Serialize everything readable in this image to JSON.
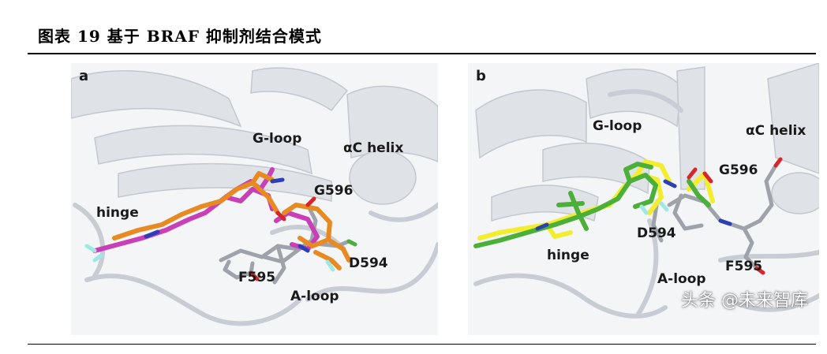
{
  "figure": {
    "title": "图表 19 基于 BRAF 抑制剂结合模式"
  },
  "panel_a": {
    "letter": "a",
    "labels": {
      "g_loop": "G-loop",
      "ac_helix": "αC helix",
      "g596": "G596",
      "hinge": "hinge",
      "d594": "D594",
      "f595": "F595",
      "a_loop": "A-loop"
    }
  },
  "panel_b": {
    "letter": "b",
    "labels": {
      "g_loop": "G-loop",
      "ac_helix": "αC helix",
      "g596": "G596",
      "d594": "D594",
      "hinge": "hinge",
      "f595": "F595",
      "a_loop": "A-loop"
    }
  },
  "watermark": "头条 @未来智库",
  "colors": {
    "ribbon": "#d9dce2",
    "ribbon_edge": "#b9bdc6",
    "ligand_magenta": "#c93fb8",
    "ligand_orange": "#e88a22",
    "ligand_yellow": "#f2ee2e",
    "ligand_green": "#4caf3a",
    "residue_gray": "#a8acb4",
    "nitrogen_blue": "#2c3fb5",
    "oxygen_red": "#d7262a",
    "fluorine_cyan": "#9fe8e6"
  }
}
